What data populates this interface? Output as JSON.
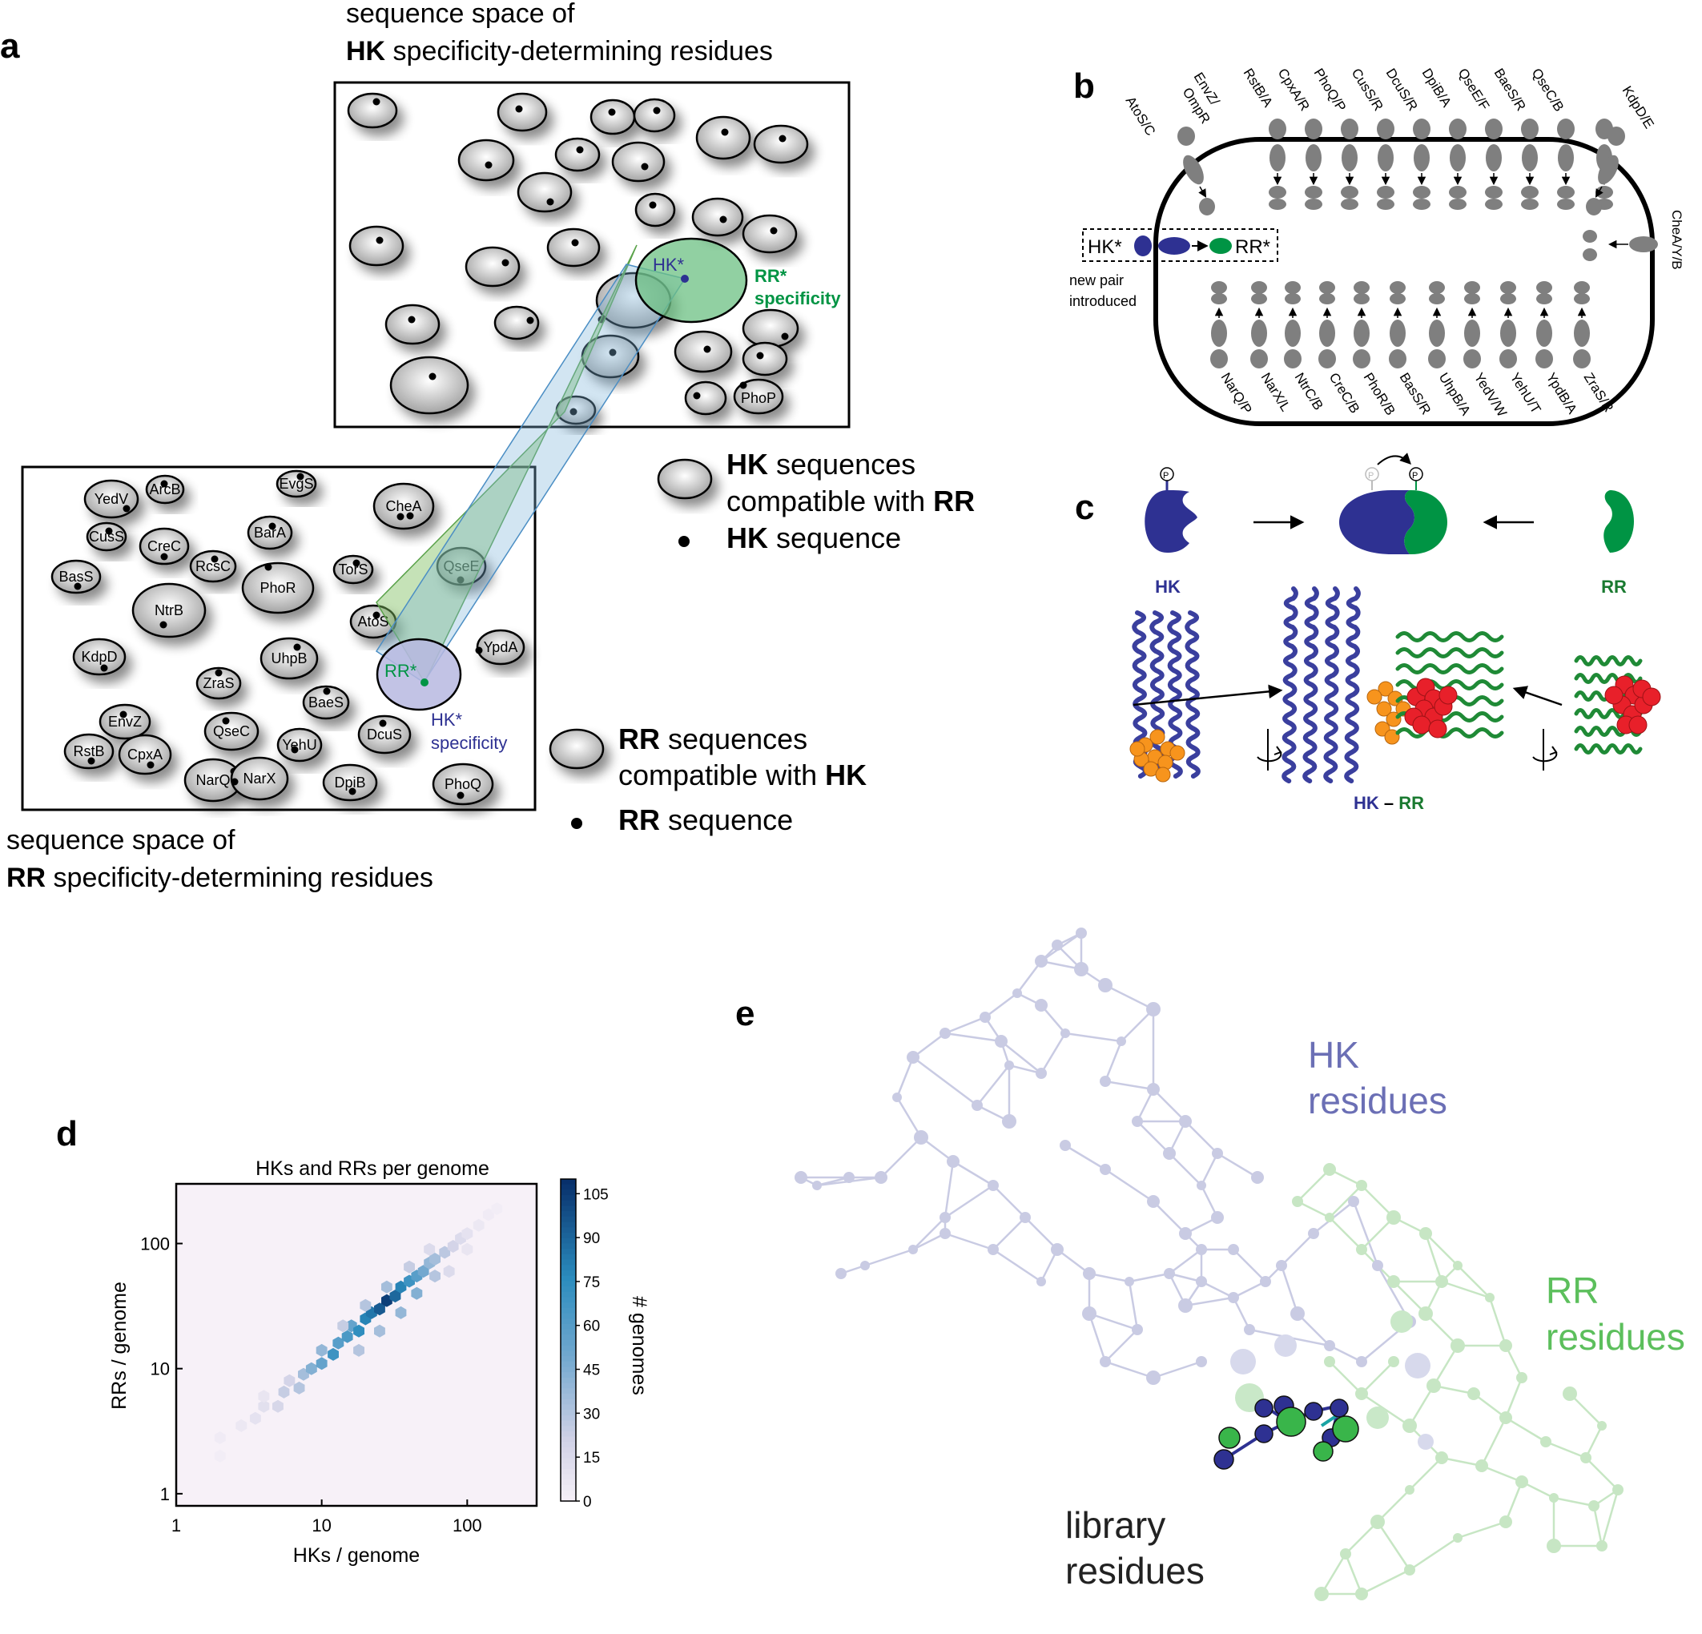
{
  "panels": {
    "a": {
      "label": "a",
      "hk_space_title_line1": "sequence space of",
      "hk_space_title_line2_bold": "HK",
      "hk_space_title_line2_rest": " specificity-determining residues",
      "rr_space_title_line1": "sequence space of",
      "rr_space_title_line2_bold": "RR",
      "rr_space_title_line2_rest": " specificity-determining residues",
      "hk_star": "HK*",
      "rr_star": "RR*",
      "rr_star_specificity_l1": "RR*",
      "rr_star_specificity_l2": "specificity",
      "hk_star_specificity_l1": "HK*",
      "hk_star_specificity_l2": "specificity",
      "hk_labels": [
        "PhoP"
      ],
      "rr_labels": [
        "YedV",
        "ArcB",
        "EvgS",
        "CheA",
        "CusS",
        "CreC",
        "BarA",
        "RcsC",
        "TorS",
        "QseE",
        "BasS",
        "PhoR",
        "NtrB",
        "AtoS",
        "KdpD",
        "UhpB",
        "YpdA",
        "ZraS",
        "BaeS",
        "EnvZ",
        "QseC",
        "YehU",
        "DcuS",
        "RstB",
        "CpxA",
        "NarQ",
        "NarX",
        "DpiB",
        "PhoQ"
      ],
      "legend": {
        "hk_compat_bold": "HK",
        "hk_compat_rest": " sequences",
        "hk_compat_l2": "compatible with ",
        "hk_compat_l2_bold": "RR",
        "hk_seq_bold": "HK",
        "hk_seq_rest": " sequence",
        "rr_compat_bold": "RR",
        "rr_compat_rest": " sequences",
        "rr_compat_l2": "compatible with ",
        "rr_compat_l2_bold": "HK",
        "rr_seq_bold": "RR",
        "rr_seq_rest": " sequence"
      }
    },
    "b": {
      "label": "b",
      "top_pairs": [
        "AtoS/C",
        "EnvZ/ OmpR",
        "RstB/A",
        "CpxA/R",
        "PhoQ/P",
        "CusS/R",
        "DcuS/R",
        "DpiB/A",
        "QseE/F",
        "BaeS/R",
        "QseC/B",
        "KdpD/E"
      ],
      "right_pair": "CheA/Y/B",
      "bottom_pairs": [
        "NarQ/P",
        "NarX/L",
        "NtrC/B",
        "CreC/B",
        "PhoR/B",
        "BasS/R",
        "UhpB/A",
        "YedV/W",
        "YehU/T",
        "YpdB/A",
        "ZraS/R"
      ],
      "new_hk": "HK*",
      "new_rr": "RR*",
      "new_pair_l1": "new pair",
      "new_pair_l2": "introduced"
    },
    "c": {
      "label": "c",
      "hk": "HK",
      "rr": "RR",
      "complex_hk": "HK",
      "complex_dash": " – ",
      "complex_rr": "RR",
      "p_symbol": "P"
    },
    "d": {
      "label": "d"
    },
    "e": {
      "label": "e",
      "hk_residues_l1": "HK",
      "hk_residues_l2": "residues",
      "rr_residues_l1": "RR",
      "rr_residues_l2": "residues",
      "library_l1": "library",
      "library_l2": "residues"
    }
  },
  "colors": {
    "hk_blue": "#2e3192",
    "rr_green": "#009444",
    "network_hk": "#c9cbe3",
    "network_rr": "#c7e6c4"
  },
  "chart_data": {
    "type": "heatmap",
    "title": "HKs and RRs per genome",
    "xlabel": "HKs / genome",
    "ylabel": "RRs / genome",
    "xscale": "log",
    "yscale": "log",
    "xlim": [
      1,
      300
    ],
    "ylim": [
      0.8,
      300
    ],
    "xticks": [
      "1",
      "10",
      "100"
    ],
    "yticks": [
      "1",
      "10",
      "100"
    ],
    "colorbar": {
      "label": "# genomes",
      "ticks": [
        "0",
        "15",
        "30",
        "45",
        "60",
        "75",
        "90",
        "105"
      ],
      "range": [
        0,
        110
      ]
    },
    "bins": [
      {
        "hk": 2.0,
        "rr": 2.0,
        "count": 3
      },
      {
        "hk": 2.0,
        "rr": 2.8,
        "count": 4
      },
      {
        "hk": 2.8,
        "rr": 3.5,
        "count": 6
      },
      {
        "hk": 3.5,
        "rr": 4.0,
        "count": 10
      },
      {
        "hk": 4.0,
        "rr": 5.0,
        "count": 12
      },
      {
        "hk": 4.0,
        "rr": 6.0,
        "count": 8
      },
      {
        "hk": 5.0,
        "rr": 5.0,
        "count": 18
      },
      {
        "hk": 5.5,
        "rr": 6.5,
        "count": 25
      },
      {
        "hk": 6.0,
        "rr": 8.0,
        "count": 20
      },
      {
        "hk": 7.0,
        "rr": 7.0,
        "count": 30
      },
      {
        "hk": 7.5,
        "rr": 9.0,
        "count": 35
      },
      {
        "hk": 8.5,
        "rr": 10.0,
        "count": 45
      },
      {
        "hk": 10.0,
        "rr": 11.0,
        "count": 55
      },
      {
        "hk": 10.0,
        "rr": 14.0,
        "count": 40
      },
      {
        "hk": 12.0,
        "rr": 13.0,
        "count": 70
      },
      {
        "hk": 13.0,
        "rr": 16.0,
        "count": 60
      },
      {
        "hk": 15.0,
        "rr": 18.0,
        "count": 65
      },
      {
        "hk": 16.0,
        "rr": 22.0,
        "count": 55
      },
      {
        "hk": 18.0,
        "rr": 20.0,
        "count": 75
      },
      {
        "hk": 20.0,
        "rr": 25.0,
        "count": 80
      },
      {
        "hk": 22.0,
        "rr": 28.0,
        "count": 85
      },
      {
        "hk": 25.0,
        "rr": 30.0,
        "count": 95
      },
      {
        "hk": 28.0,
        "rr": 35.0,
        "count": 105
      },
      {
        "hk": 32.0,
        "rr": 38.0,
        "count": 90
      },
      {
        "hk": 35.0,
        "rr": 45.0,
        "count": 80
      },
      {
        "hk": 40.0,
        "rr": 50.0,
        "count": 70
      },
      {
        "hk": 45.0,
        "rr": 55.0,
        "count": 60
      },
      {
        "hk": 50.0,
        "rr": 60.0,
        "count": 50
      },
      {
        "hk": 55.0,
        "rr": 70.0,
        "count": 40
      },
      {
        "hk": 60.0,
        "rr": 75.0,
        "count": 35
      },
      {
        "hk": 70.0,
        "rr": 85.0,
        "count": 28
      },
      {
        "hk": 80.0,
        "rr": 95.0,
        "count": 20
      },
      {
        "hk": 90.0,
        "rr": 110.0,
        "count": 15
      },
      {
        "hk": 100.0,
        "rr": 120.0,
        "count": 10
      },
      {
        "hk": 120.0,
        "rr": 140.0,
        "count": 6
      },
      {
        "hk": 140.0,
        "rr": 170.0,
        "count": 4
      },
      {
        "hk": 160.0,
        "rr": 190.0,
        "count": 3
      },
      {
        "hk": 18.0,
        "rr": 14.0,
        "count": 30
      },
      {
        "hk": 25.0,
        "rr": 20.0,
        "count": 35
      },
      {
        "hk": 35.0,
        "rr": 28.0,
        "count": 40
      },
      {
        "hk": 45.0,
        "rr": 40.0,
        "count": 45
      },
      {
        "hk": 60.0,
        "rr": 55.0,
        "count": 30
      },
      {
        "hk": 14.0,
        "rr": 22.0,
        "count": 25
      },
      {
        "hk": 20.0,
        "rr": 32.0,
        "count": 30
      },
      {
        "hk": 28.0,
        "rr": 45.0,
        "count": 35
      },
      {
        "hk": 40.0,
        "rr": 65.0,
        "count": 25
      },
      {
        "hk": 55.0,
        "rr": 90.0,
        "count": 15
      },
      {
        "hk": 75.0,
        "rr": 60.0,
        "count": 15
      },
      {
        "hk": 100.0,
        "rr": 90.0,
        "count": 8
      }
    ]
  }
}
